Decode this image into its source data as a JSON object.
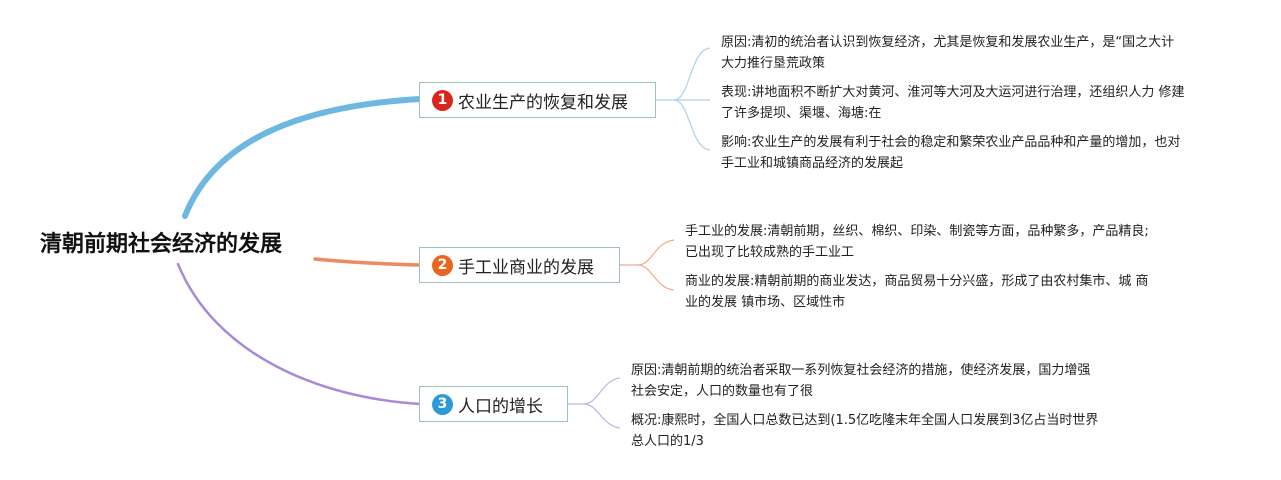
{
  "root": {
    "title": "清朝前期社会经济的发展"
  },
  "topics": [
    {
      "number": "1",
      "label": "农业生产的恢复和发展",
      "color": "#d9261c",
      "details": [
        {
          "lines": [
            "原因:清初的统治者认识到恢复经济，尤其是恢复和发展农业生产，是“国之大计",
            "大力推行垦荒政策"
          ]
        },
        {
          "lines": [
            "表现:讲地面积不断扩大对黄河、淮河等大河及大运河进行治理，还组织人力 修建",
            "了许多提坝、渠堰、海塘:在"
          ]
        },
        {
          "lines": [
            "影响:农业生产的发展有利于社会的稳定和繁荣农业产品品种和产量的增加，也对",
            "手工业和城镇商品经济的发展起"
          ]
        }
      ]
    },
    {
      "number": "2",
      "label": "手工业商业的发展",
      "color": "#e8661e",
      "details": [
        {
          "lines": [
            "手工业的发展:清朝前期，丝织、棉织、印染、制瓷等方面，品种繁多，产品精良;",
            "已出现了比较成熟的手工业工"
          ]
        },
        {
          "lines": [
            "商业的发展:精朝前期的商业发达，商品贸易十分兴盛，形成了由农村集市、城 商",
            "业的发展 镇市场、区域性市"
          ]
        }
      ]
    },
    {
      "number": "3",
      "label": "人口的增长",
      "color": "#2a9ad8",
      "details": [
        {
          "lines": [
            "原因:清朝前期的统治者采取一系列恢复社会经济的措施，使经济发展，国力增强",
            "社会安定，人口的数量也有了很"
          ]
        },
        {
          "lines": [
            "概况:康熙时，全国人口总数已达到(1.5亿吃隆末年全国人口发展到3亿占当时世界",
            "总人口的1/3"
          ]
        }
      ]
    }
  ],
  "branch_colors": [
    "#6db7e0",
    "#ee8a63",
    "#a98ad6"
  ],
  "leaf_connector_colors": [
    "#a9d3ec",
    "#f2ab8b",
    "#c4b0e6"
  ]
}
